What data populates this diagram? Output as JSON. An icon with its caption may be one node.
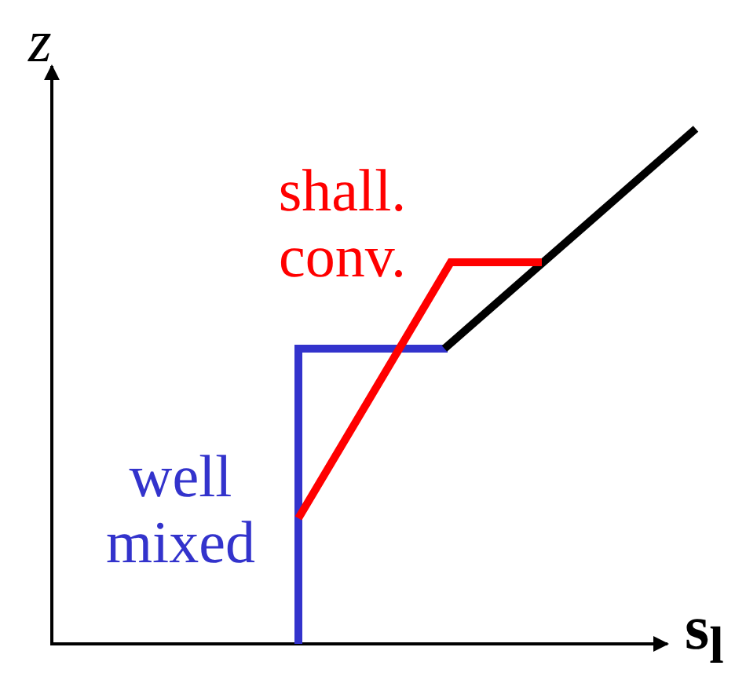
{
  "diagram": {
    "labels": [
      "z",
      "s$_{l}$",
      "shall. conv.",
      "well mixed"
    ]
  }
}
